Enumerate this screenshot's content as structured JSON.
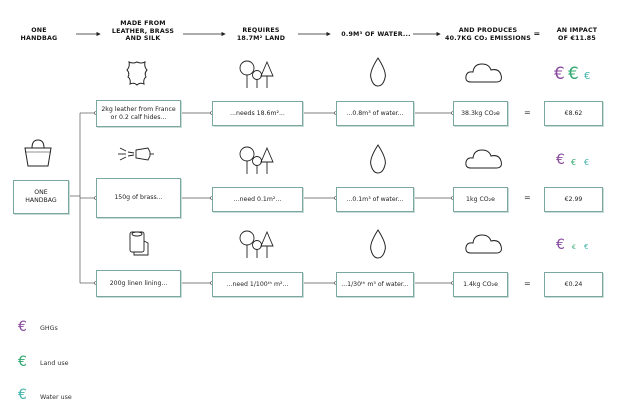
{
  "header": {
    "col1": [
      "ONE",
      "HANDBAG"
    ],
    "col2": [
      "MADE FROM",
      "LEATHER, BRASS",
      "AND SILK"
    ],
    "col3": [
      "REQUIRES",
      "18.7M² LAND"
    ],
    "col4": [
      "0.9M³ OF WATER..."
    ],
    "col5": [
      "AND PRODUCES",
      "40.7KG CO₂ EMISSIONS"
    ],
    "col6_eq": "=",
    "col7": [
      "AN IMPACT",
      "OF €11.85"
    ]
  },
  "source": {
    "label": [
      "ONE",
      "HANDBAG"
    ]
  },
  "rows": [
    {
      "material": "2kg leather from France or 0.2 calf hides...",
      "land": "...needs 18.6m²...",
      "water": "...0.8m³ of water...",
      "co2": "38.3kg CO₂e",
      "eq": "=",
      "impact": "€8.62"
    },
    {
      "material": "150g of brass...",
      "land": "...need 0.1m²...",
      "water": "...0.1m³ of water...",
      "co2": "1kg CO₂e",
      "eq": "=",
      "impact": "€2.99"
    },
    {
      "material": "200g linen lining...",
      "land": "...need 1/100ᵗʰ m²...",
      "water": "...1/30ᵗʰ m³ of water...",
      "co2": "1.4kg CO₂e",
      "eq": "=",
      "impact": "€0.24"
    }
  ],
  "legend": [
    {
      "symbol": "€",
      "label": "GHGs",
      "color": "#8a4a9e"
    },
    {
      "symbol": "€",
      "label": "Land use",
      "color": "#2fa86e"
    },
    {
      "symbol": "€",
      "label": "Water use",
      "color": "#3fb3ac"
    }
  ],
  "colors": {
    "ghg": "#8a4a9e",
    "land": "#2fa86e",
    "water": "#3fb3ac",
    "box_border": "#7aa8a0"
  },
  "icons": [
    "handbag-icon",
    "leather-hide-icon",
    "brass-tap-icon",
    "linen-roll-icon",
    "trees-icon",
    "water-drop-icon",
    "cloud-icon"
  ]
}
